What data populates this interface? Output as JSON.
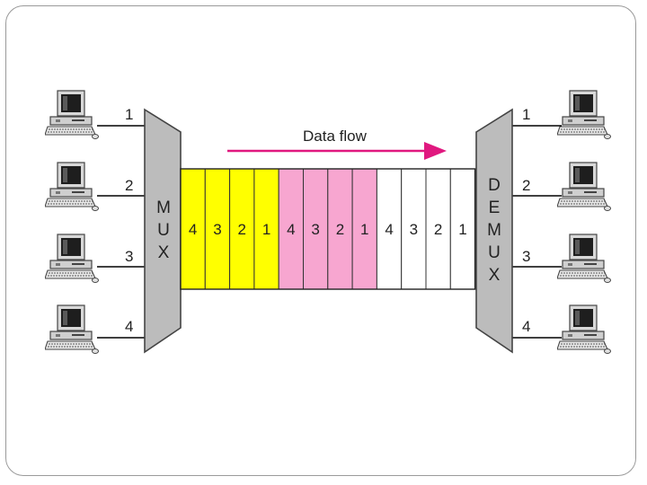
{
  "diagram": {
    "mux_label": [
      "M",
      "U",
      "X"
    ],
    "demux_label": [
      "D",
      "E",
      "M",
      "U",
      "X"
    ],
    "flow_label": "Data flow",
    "input_labels": [
      "1",
      "2",
      "3",
      "4"
    ],
    "output_labels": [
      "1",
      "2",
      "3",
      "4"
    ],
    "frames": [
      {
        "color": "#ffff00",
        "slots": [
          "4",
          "3",
          "2",
          "1"
        ]
      },
      {
        "color": "#f7a6d0",
        "slots": [
          "4",
          "3",
          "2",
          "1"
        ]
      },
      {
        "color": "#ffffff",
        "slots": [
          "4",
          "3",
          "2",
          "1"
        ]
      }
    ],
    "arrow_color": "#e0187f"
  }
}
